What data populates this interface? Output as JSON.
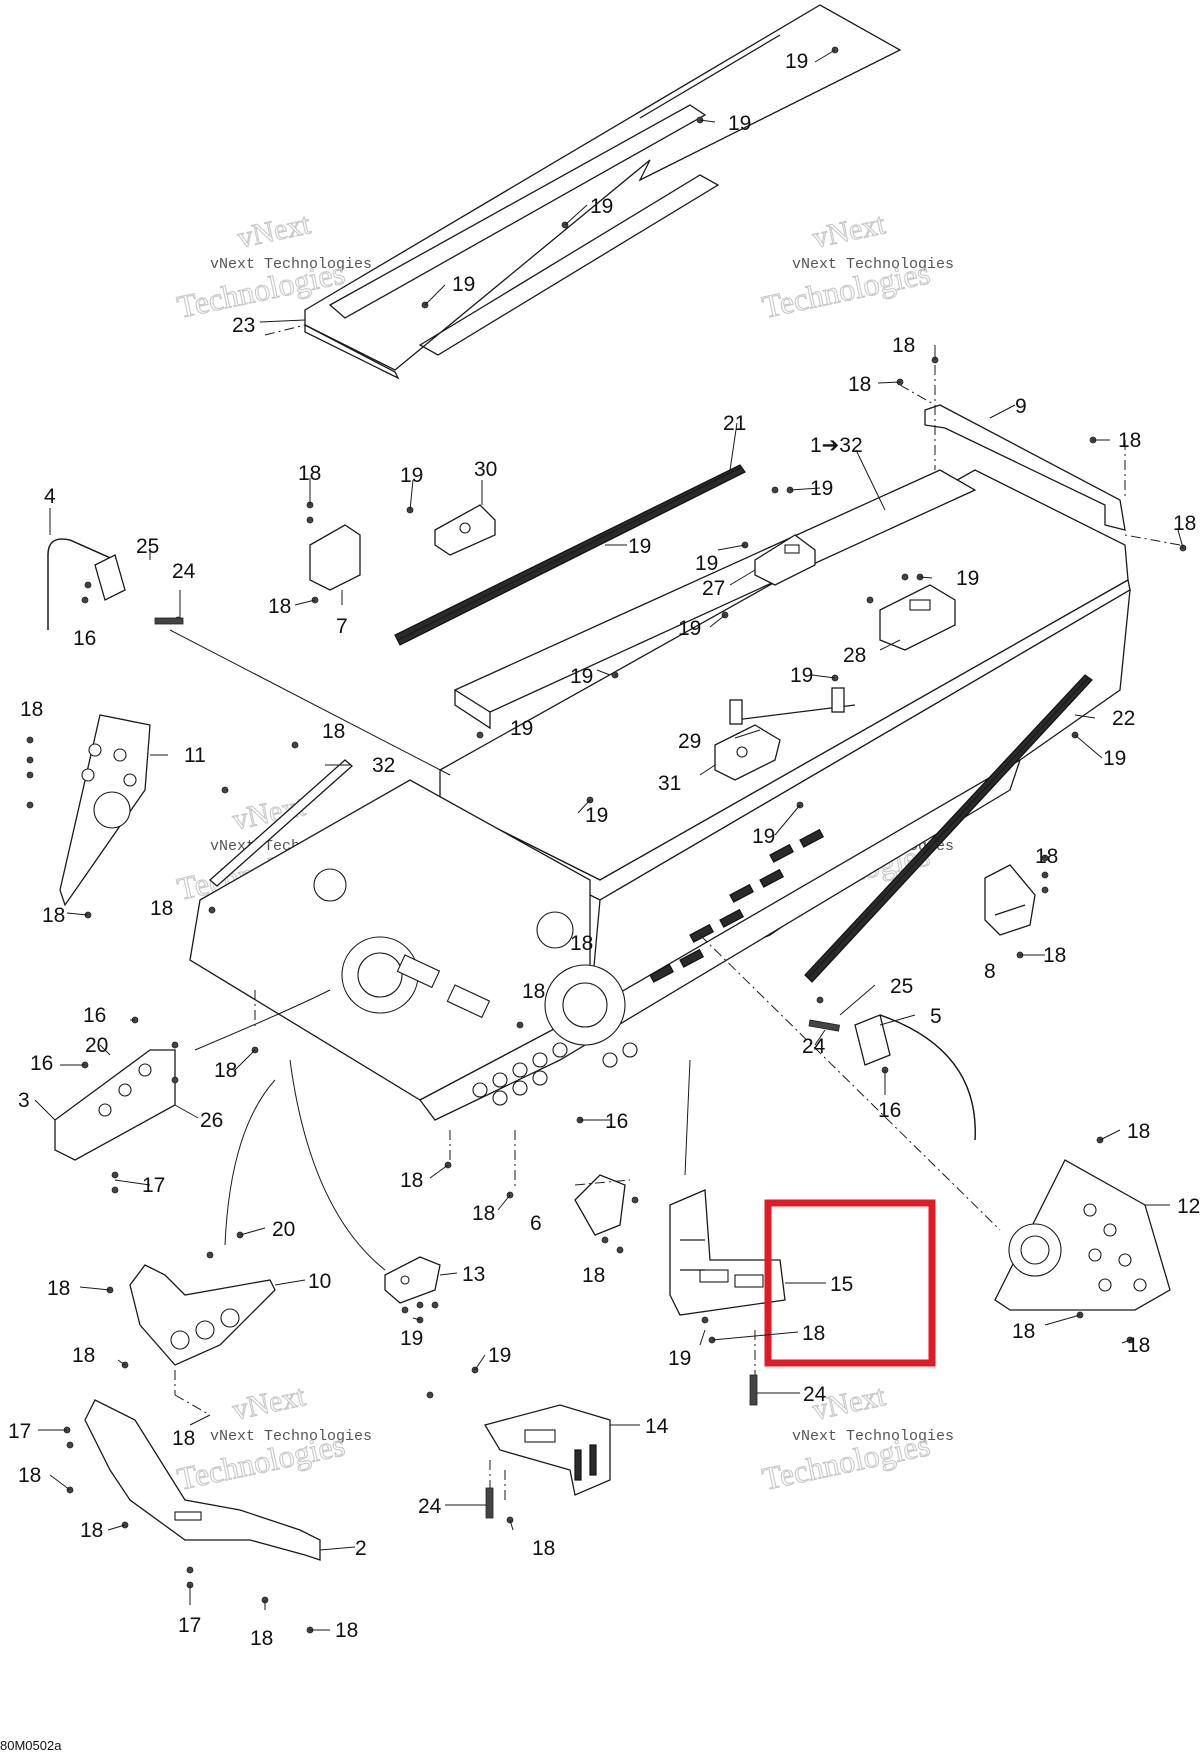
{
  "diagram_code": "80M0502a",
  "watermark": {
    "line1": "vNext",
    "line2": "vNext Technologies",
    "line3": "Technologies"
  },
  "highlight_color": "#e01b24",
  "callouts": [
    {
      "id": "c19a",
      "label": "19"
    },
    {
      "id": "c19b",
      "label": "19"
    },
    {
      "id": "c19c",
      "label": "19"
    },
    {
      "id": "c19d",
      "label": "19"
    },
    {
      "id": "c23",
      "label": "23"
    },
    {
      "id": "c18a",
      "label": "18"
    },
    {
      "id": "c18b",
      "label": "18"
    },
    {
      "id": "c9",
      "label": "9"
    },
    {
      "id": "c18c",
      "label": "18"
    },
    {
      "id": "c18d",
      "label": "18"
    },
    {
      "id": "c21",
      "label": "21"
    },
    {
      "id": "c1to32",
      "label": "1➔32"
    },
    {
      "id": "c19e",
      "label": "19"
    },
    {
      "id": "c18e",
      "label": "18"
    },
    {
      "id": "c19f",
      "label": "19"
    },
    {
      "id": "c30",
      "label": "30"
    },
    {
      "id": "c4",
      "label": "4"
    },
    {
      "id": "c25a",
      "label": "25"
    },
    {
      "id": "c24a",
      "label": "24"
    },
    {
      "id": "c16a",
      "label": "16"
    },
    {
      "id": "c19g",
      "label": "19"
    },
    {
      "id": "c18f",
      "label": "18"
    },
    {
      "id": "c7",
      "label": "7"
    },
    {
      "id": "c19h",
      "label": "19"
    },
    {
      "id": "c27",
      "label": "27"
    },
    {
      "id": "c19i",
      "label": "19"
    },
    {
      "id": "c19j",
      "label": "19"
    },
    {
      "id": "c28",
      "label": "28"
    },
    {
      "id": "c18g",
      "label": "18"
    },
    {
      "id": "c11",
      "label": "11"
    },
    {
      "id": "c18h",
      "label": "18"
    },
    {
      "id": "c32",
      "label": "32"
    },
    {
      "id": "c19k",
      "label": "19"
    },
    {
      "id": "c19l",
      "label": "19"
    },
    {
      "id": "c19m",
      "label": "19"
    },
    {
      "id": "c29",
      "label": "29"
    },
    {
      "id": "c31",
      "label": "31"
    },
    {
      "id": "c22",
      "label": "22"
    },
    {
      "id": "c19n",
      "label": "19"
    },
    {
      "id": "c19o",
      "label": "19"
    },
    {
      "id": "c19p",
      "label": "19"
    },
    {
      "id": "c18i",
      "label": "18"
    },
    {
      "id": "c18j",
      "label": "18"
    },
    {
      "id": "c18k",
      "label": "18"
    },
    {
      "id": "c18l",
      "label": "18"
    },
    {
      "id": "c18m",
      "label": "18"
    },
    {
      "id": "c8",
      "label": "8"
    },
    {
      "id": "c18n",
      "label": "18"
    },
    {
      "id": "c16b",
      "label": "16"
    },
    {
      "id": "c20a",
      "label": "20"
    },
    {
      "id": "c16c",
      "label": "16"
    },
    {
      "id": "c18o",
      "label": "18"
    },
    {
      "id": "c25b",
      "label": "25"
    },
    {
      "id": "c5",
      "label": "5"
    },
    {
      "id": "c24b",
      "label": "24"
    },
    {
      "id": "c3",
      "label": "3"
    },
    {
      "id": "c26",
      "label": "26"
    },
    {
      "id": "c16d",
      "label": "16"
    },
    {
      "id": "c16e",
      "label": "16"
    },
    {
      "id": "c17a",
      "label": "17"
    },
    {
      "id": "c18p",
      "label": "18"
    },
    {
      "id": "c18q",
      "label": "18"
    },
    {
      "id": "c6",
      "label": "6"
    },
    {
      "id": "c18r",
      "label": "18"
    },
    {
      "id": "c18s",
      "label": "18"
    },
    {
      "id": "c12",
      "label": "12"
    },
    {
      "id": "c20b",
      "label": "20"
    },
    {
      "id": "c10",
      "label": "10"
    },
    {
      "id": "c18t",
      "label": "18"
    },
    {
      "id": "c13",
      "label": "13"
    },
    {
      "id": "c19q",
      "label": "19"
    },
    {
      "id": "c15",
      "label": "15"
    },
    {
      "id": "c18u",
      "label": "18"
    },
    {
      "id": "c19r",
      "label": "19"
    },
    {
      "id": "c18v",
      "label": "18"
    },
    {
      "id": "c18w",
      "label": "18"
    },
    {
      "id": "c18x",
      "label": "18"
    },
    {
      "id": "c19s",
      "label": "19"
    },
    {
      "id": "c24c",
      "label": "24"
    },
    {
      "id": "c17b",
      "label": "17"
    },
    {
      "id": "c18y",
      "label": "18"
    },
    {
      "id": "c14",
      "label": "14"
    },
    {
      "id": "c18z",
      "label": "18"
    },
    {
      "id": "c24d",
      "label": "24"
    },
    {
      "id": "c18aa",
      "label": "18"
    },
    {
      "id": "c18ab",
      "label": "18"
    },
    {
      "id": "c2",
      "label": "2"
    },
    {
      "id": "c17c",
      "label": "17"
    },
    {
      "id": "c18ac",
      "label": "18"
    },
    {
      "id": "c18ad",
      "label": "18"
    }
  ]
}
